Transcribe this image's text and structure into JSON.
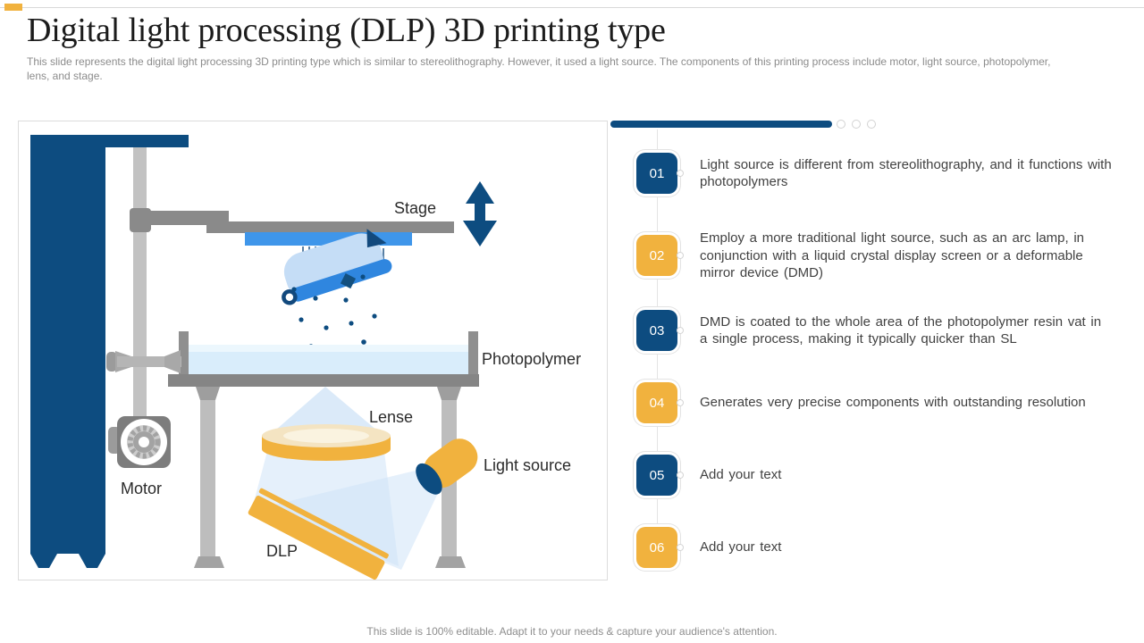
{
  "header": {
    "title": "Digital light processing (DLP) 3D printing type",
    "subtitle": "This slide represents the digital light processing 3D printing type which is similar to stereolithography. However, it used a light source. The components of this printing process include motor, light source, photopolymer, lens, and stage."
  },
  "footer": {
    "note": "This slide is 100% editable. Adapt it to your needs & capture your audience's attention."
  },
  "progress": {
    "filled_ratio": "85%",
    "empty_dots": 3
  },
  "diagram": {
    "labels": {
      "stage": "Stage",
      "photopolymer": "Photopolymer",
      "lense": "Lense",
      "light_source": "Light source",
      "motor": "Motor",
      "dlp": "DLP"
    }
  },
  "steps": [
    {
      "number": "01",
      "color": "navy",
      "text": "Light source is different from stereolithography, and it functions with photopolymers"
    },
    {
      "number": "02",
      "color": "yellow",
      "text": "Employ a more traditional light source, such as an arc lamp, in conjunction with a liquid crystal display screen or a deformable mirror device (DMD)"
    },
    {
      "number": "03",
      "color": "navy",
      "text": "DMD is coated to the whole area of the photopolymer resin vat in a single process, making it typically quicker than SL"
    },
    {
      "number": "04",
      "color": "yellow",
      "text": "Generates very precise components with outstanding resolution"
    },
    {
      "number": "05",
      "color": "navy",
      "text": "Add your text"
    },
    {
      "number": "06",
      "color": "yellow",
      "text": "Add your text"
    }
  ],
  "colors": {
    "navy": "#0D4C80",
    "yellow": "#F1B23E",
    "accent_gray": "#8a8a8a",
    "beam_blue": "#cfe3f7",
    "platform_blue": "#3f96ea"
  }
}
